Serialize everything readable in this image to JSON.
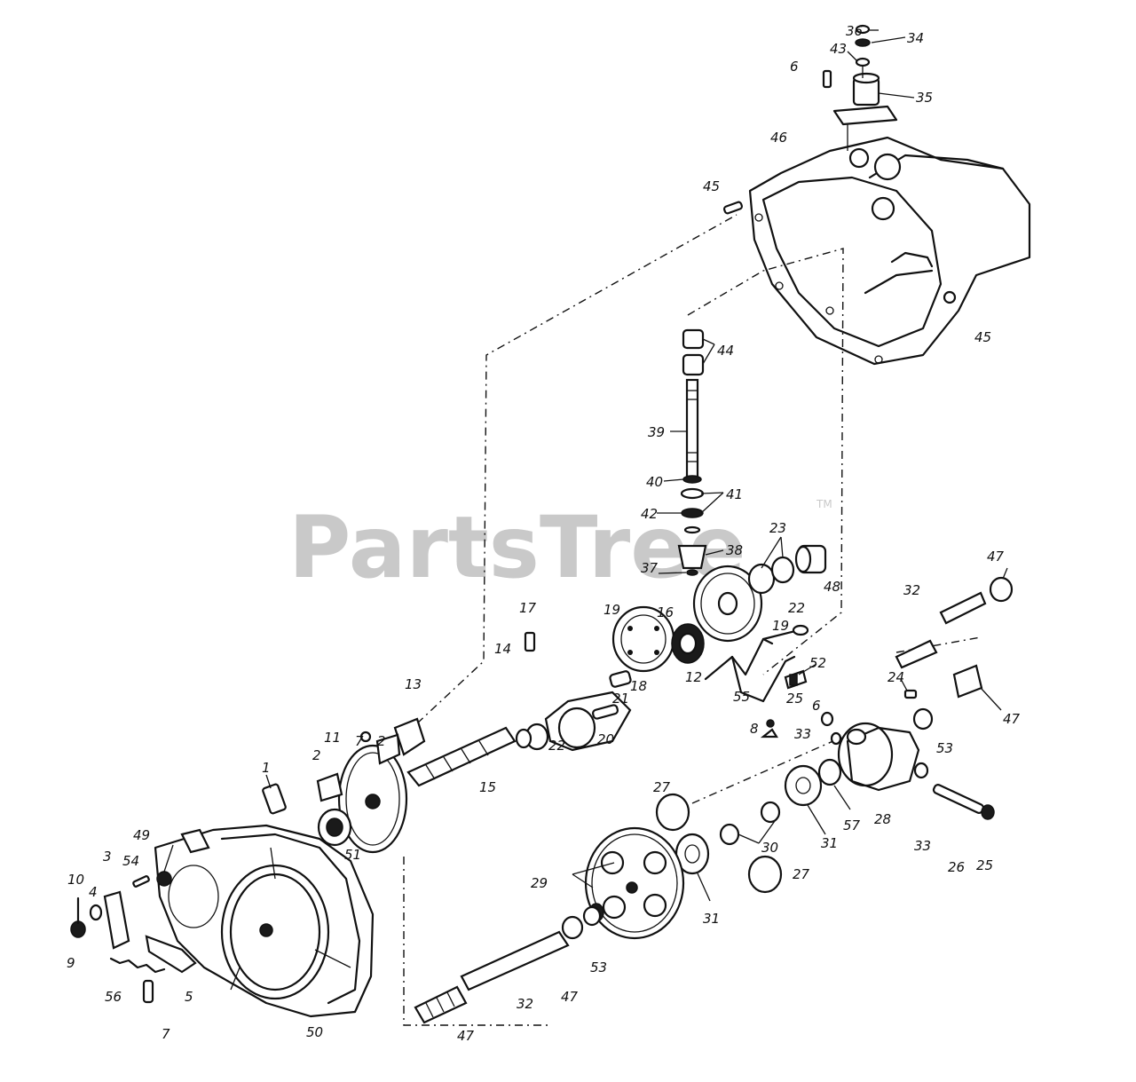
{
  "watermark": {
    "text": "PartsTree",
    "trademark": "TM"
  },
  "callouts": {
    "c1": "1",
    "c2a": "2",
    "c2b": "2",
    "c3": "3",
    "c4": "4",
    "c5": "5",
    "c6a": "6",
    "c6b": "6",
    "c7a": "7",
    "c7b": "7",
    "c8": "8",
    "c9": "9",
    "c10": "10",
    "c11": "11",
    "c12": "12",
    "c13": "13",
    "c14": "14",
    "c15": "15",
    "c16": "16",
    "c17": "17",
    "c18": "18",
    "c19a": "19",
    "c19b": "19",
    "c20": "20",
    "c21": "21",
    "c22a": "22",
    "c22b": "22",
    "c23": "23",
    "c24": "24",
    "c25a": "25",
    "c25b": "25",
    "c26": "26",
    "c27a": "27",
    "c27b": "27",
    "c28": "28",
    "c29": "29",
    "c30": "30",
    "c31a": "31",
    "c31b": "31",
    "c32a": "32",
    "c32b": "32",
    "c33a": "33",
    "c33b": "33",
    "c34": "34",
    "c35": "35",
    "c36": "36",
    "c37": "37",
    "c38": "38",
    "c39": "39",
    "c40": "40",
    "c41": "41",
    "c42": "42",
    "c43": "43",
    "c44": "44",
    "c45a": "45",
    "c45b": "45",
    "c46": "46",
    "c47a": "47",
    "c47b": "47",
    "c47c": "47",
    "c47d": "47",
    "c48": "48",
    "c49": "49",
    "c50": "50",
    "c51": "51",
    "c52": "52",
    "c53a": "53",
    "c53b": "53",
    "c54": "54",
    "c55": "55",
    "c56": "56",
    "c57": "57"
  }
}
